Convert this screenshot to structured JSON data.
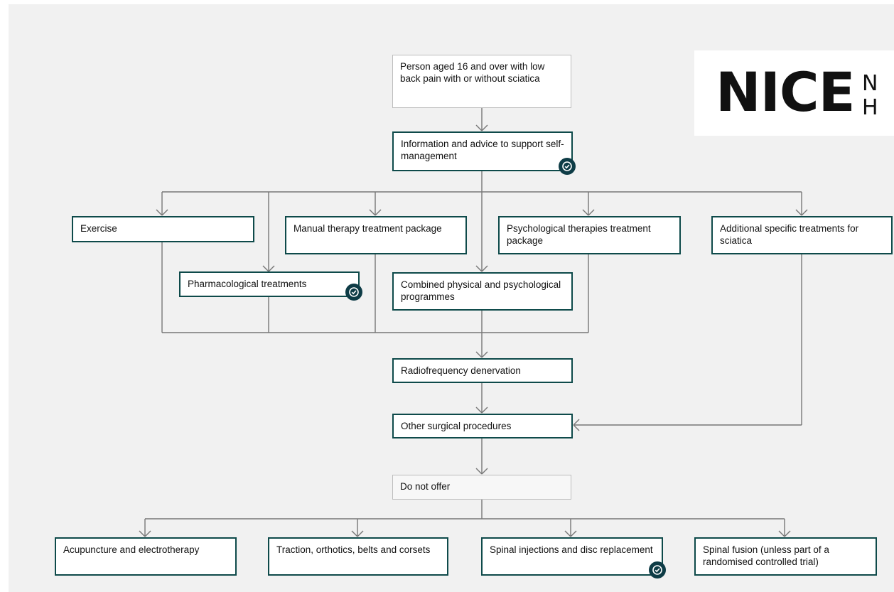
{
  "flowchart": {
    "start": "Person aged 16 and over with low back pain with or without sciatica",
    "advice": "Information and advice to support self-management",
    "exercise": "Exercise",
    "manual_therapy": "Manual therapy treatment package",
    "psychological": "Psychological therapies treatment package",
    "sciatica": "Additional specific treatments for sciatica",
    "pharmacological": "Pharmacological treatments",
    "combined": "Combined physical and psychological programmes",
    "radiofrequency": "Radiofrequency denervation",
    "surgery": "Other surgical procedures",
    "do_not_offer": "Do not offer",
    "acupuncture": "Acupuncture and electrotherapy",
    "traction": "Traction, orthotics, belts and corsets",
    "spinal_injections": "Spinal injections and disc replacement",
    "spinal_fusion": "Spinal fusion (unless part of a randomised controlled trial)"
  },
  "logo": {
    "word": "NICE",
    "tail_top": "N",
    "tail_bottom": "H"
  },
  "icons": {
    "recommendation_badge": "check-circle-icon"
  },
  "colors": {
    "box_border": "#0e4a4a",
    "badge": "#0e3c46",
    "connector": "#777777",
    "background": "#f1f1f1"
  }
}
